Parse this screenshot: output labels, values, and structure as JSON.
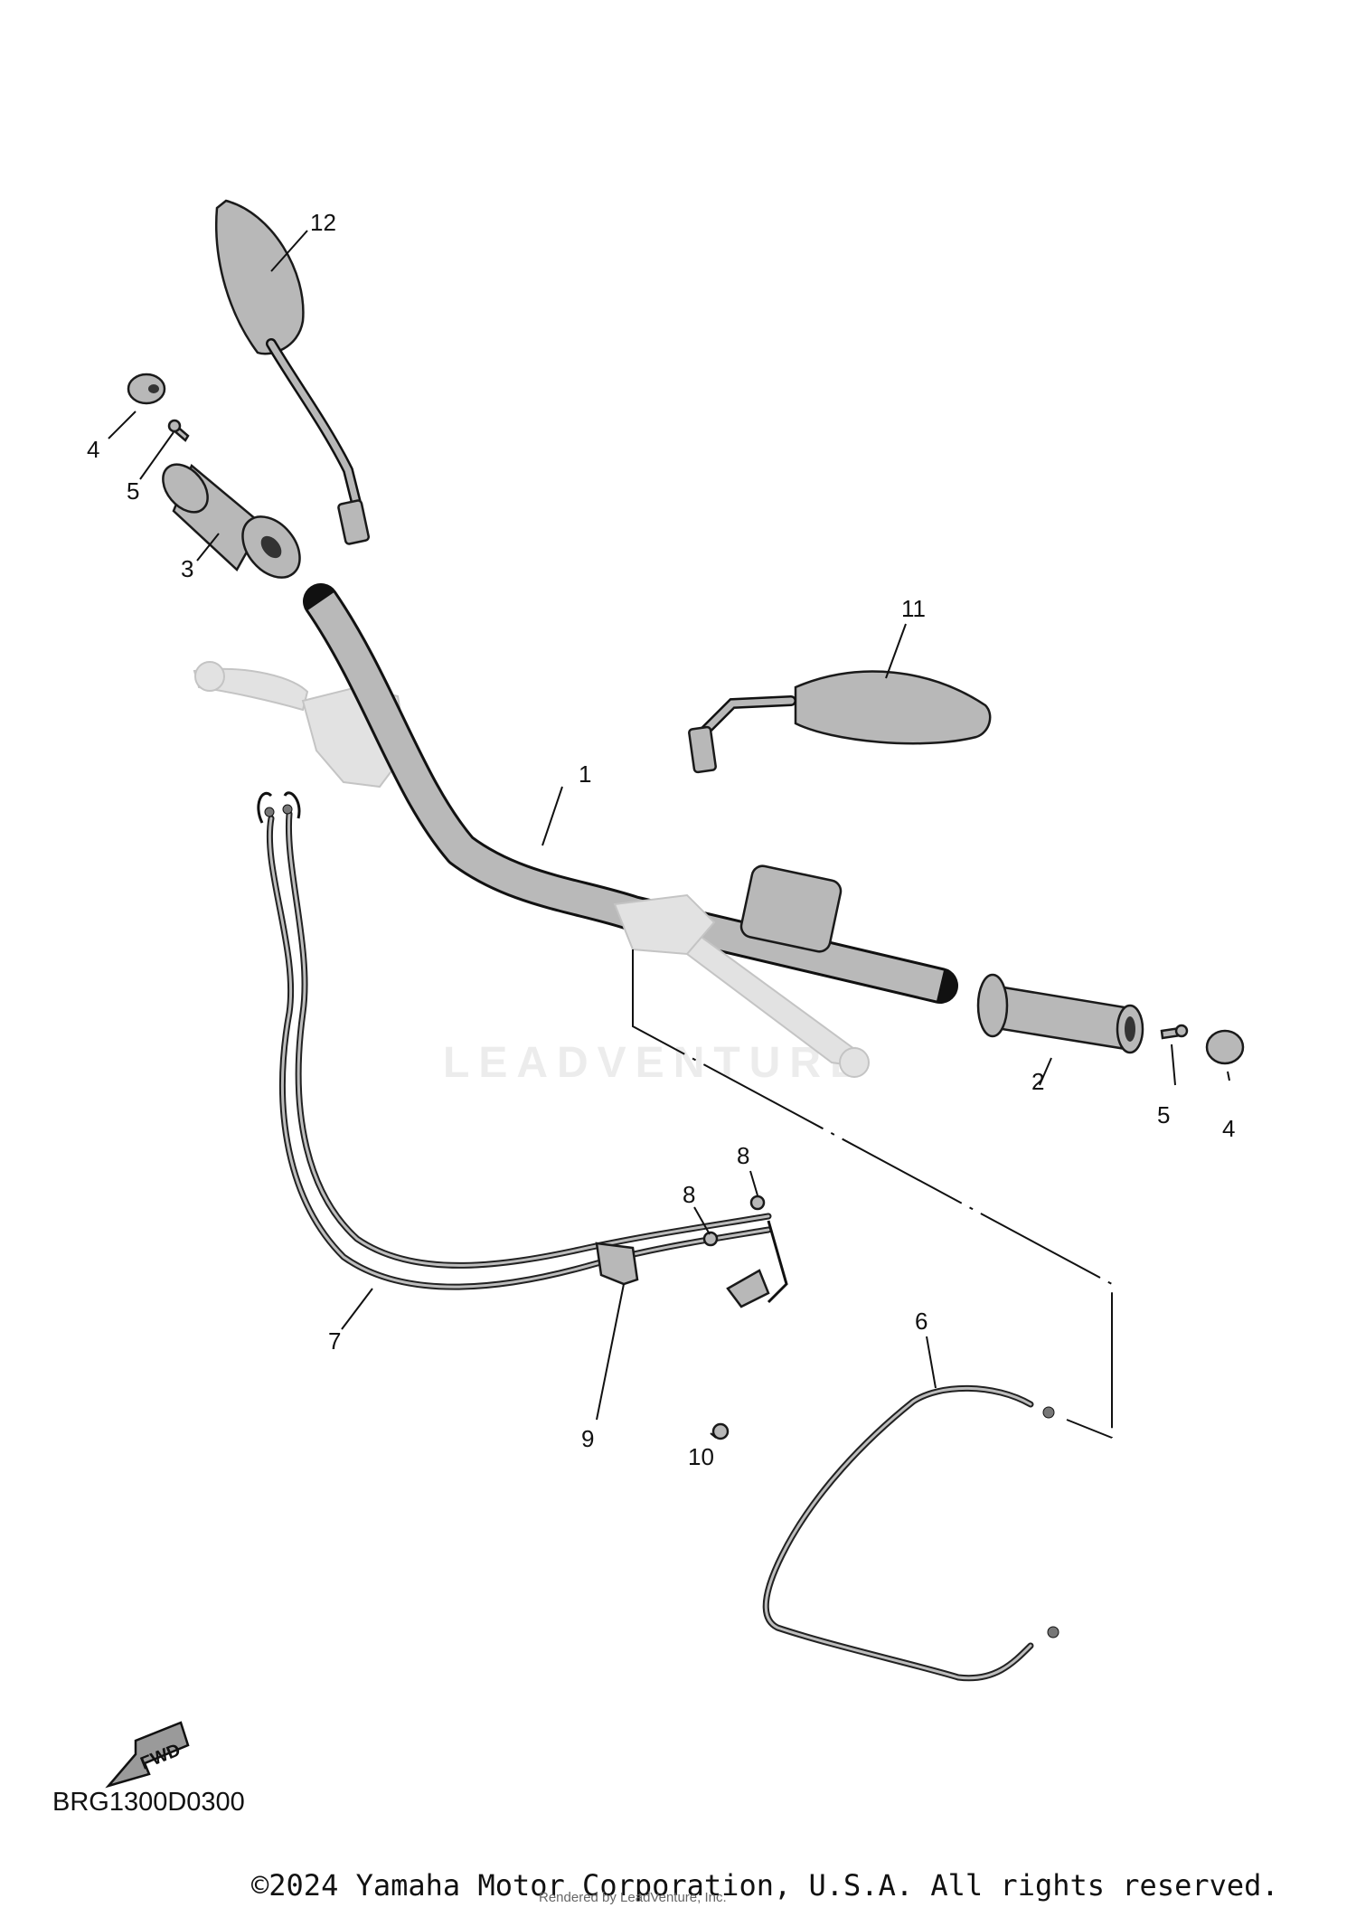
{
  "callouts": [
    {
      "id": "1",
      "text": "1"
    },
    {
      "id": "2",
      "text": "2"
    },
    {
      "id": "3",
      "text": "3"
    },
    {
      "id": "4a",
      "text": "4"
    },
    {
      "id": "4b",
      "text": "4"
    },
    {
      "id": "5a",
      "text": "5"
    },
    {
      "id": "5b",
      "text": "5"
    },
    {
      "id": "6",
      "text": "6"
    },
    {
      "id": "7",
      "text": "7"
    },
    {
      "id": "8a",
      "text": "8"
    },
    {
      "id": "8b",
      "text": "8"
    },
    {
      "id": "9",
      "text": "9"
    },
    {
      "id": "10",
      "text": "10"
    },
    {
      "id": "11",
      "text": "11"
    },
    {
      "id": "12",
      "text": "12"
    }
  ],
  "fwd_arrow": {
    "text": "FWD"
  },
  "watermark": "LEADVENTURE",
  "diagram_code": "BRG1300D0300",
  "copyright": "©2024 Yamaha Motor Corporation, U.S.A. All rights reserved.",
  "rendered_by": "Rendered by LeadVenture, Inc.",
  "colors": {
    "line": "#111111",
    "part_fill": "#b8b8b8",
    "ghost_fill": "#e2e2e2",
    "background": "#ffffff"
  }
}
